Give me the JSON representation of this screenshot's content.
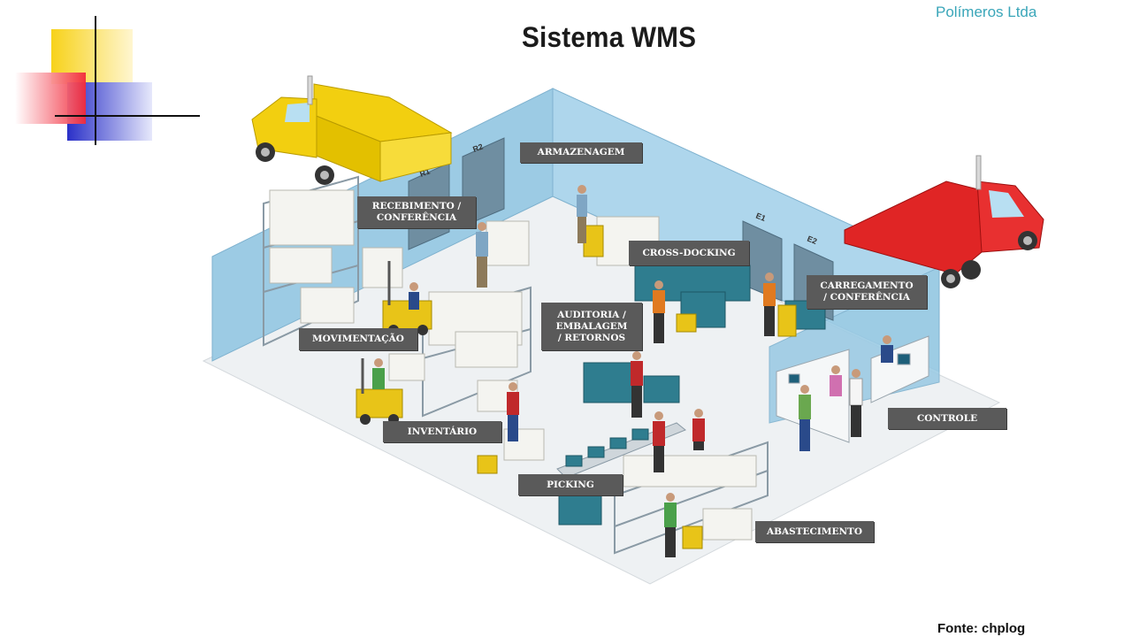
{
  "header": {
    "title": "Sistema WMS",
    "brand": "Polímeros Ltda",
    "source": "Fonte: chplog"
  },
  "diagram": {
    "dock_labels": [
      "R1",
      "R2",
      "E1",
      "E2"
    ],
    "areas": {
      "armazenagem": "ARMAZENAGEM",
      "recebimento": "RECEBIMENTO /\nCONFERÊNCIA",
      "cross_docking": "CROSS-DOCKING",
      "carregamento": "CARREGAMENTO\n/ CONFERÊNCIA",
      "movimentacao": "MOVIMENTAÇÃO",
      "auditoria": "AUDITORIA /\nEMBALAGEM\n/ RETORNOS",
      "controle": "CONTROLE",
      "inventario": "INVENTÁRIO",
      "picking": "PICKING",
      "abastecimento": "ABASTECIMENTO"
    }
  },
  "colors": {
    "brand": "#3aa6b9",
    "wall": "#9ccbe4",
    "floor": "#eef1f3",
    "label_bg": "#5a5a5a",
    "truck_inbound": "#f2cf10",
    "truck_outbound": "#e02525",
    "crate": "#2f7d8f"
  }
}
